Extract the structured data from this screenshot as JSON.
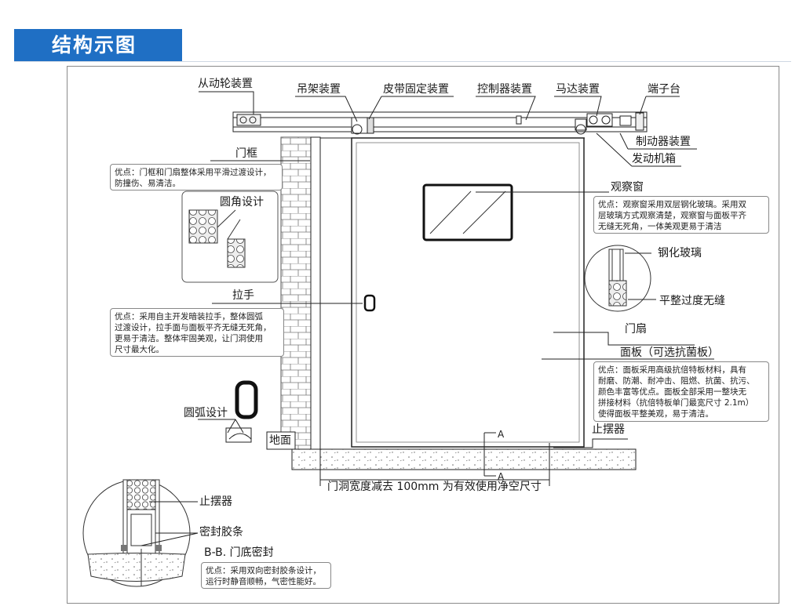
{
  "header": {
    "title": "结构示图"
  },
  "labels": {
    "idler_wheel": "从动轮装置",
    "hanger": "吊架装置",
    "belt_fix": "皮带固定装置",
    "controller": "控制器装置",
    "motor": "马达装置",
    "terminal": "端子台",
    "brake": "制动器装置",
    "engine_box": "发动机箱",
    "door_frame": "门框",
    "round_corner": "圆角设计",
    "window": "观察窗",
    "tempered_glass": "钢化玻璃",
    "smooth_transition": "平整过度无缝",
    "handle": "拉手",
    "door_leaf": "门扇",
    "panel": "面板（可选抗菌板）",
    "arc_design": "圆弧设计",
    "ground": "地面",
    "stopper": "止摆器",
    "section_a_top": "A",
    "section_a_bottom": "A",
    "width_note": "门洞宽度减去 100mm 为有效使用净空尺寸",
    "detail_stopper": "止摆器",
    "detail_seal": "密封胶条",
    "detail_title": "B-B. 门底密封"
  },
  "notes": {
    "frame": [
      "优点：门框和门扇整体采用平滑过渡设计，",
      "防撞伤、易清洁。"
    ],
    "window": [
      "优点：观察窗采用双层钢化玻璃。采用双",
      "层玻璃方式观察清楚，观察窗与面板平齐",
      "无缝无死角，一体美观更易于清洁"
    ],
    "handle": [
      "优点：采用自主开发暗装拉手，整体圆弧",
      "过渡设计，拉手面与面板平齐无缝无死角，",
      "更易于清洁。整体牢固美观，让门洞使用",
      "尺寸最大化。"
    ],
    "panel": [
      "优点：面板采用高级抗倍特板材料，具有",
      "耐磨、防潮、耐冲击、阻燃、抗菌、抗污、",
      "颜色丰富等优点。面板全部采用一整块无",
      "拼接材料（抗倍特板单门最宽尺寸 2.1m）",
      "使得面板平整美观，易于清洁。"
    ],
    "seal": [
      "优点：采用双向密封胶条设计，",
      "运行时静音顺畅，气密性能好。"
    ]
  },
  "colors": {
    "header_bg": "#1f6fc4",
    "line": "#222222"
  }
}
